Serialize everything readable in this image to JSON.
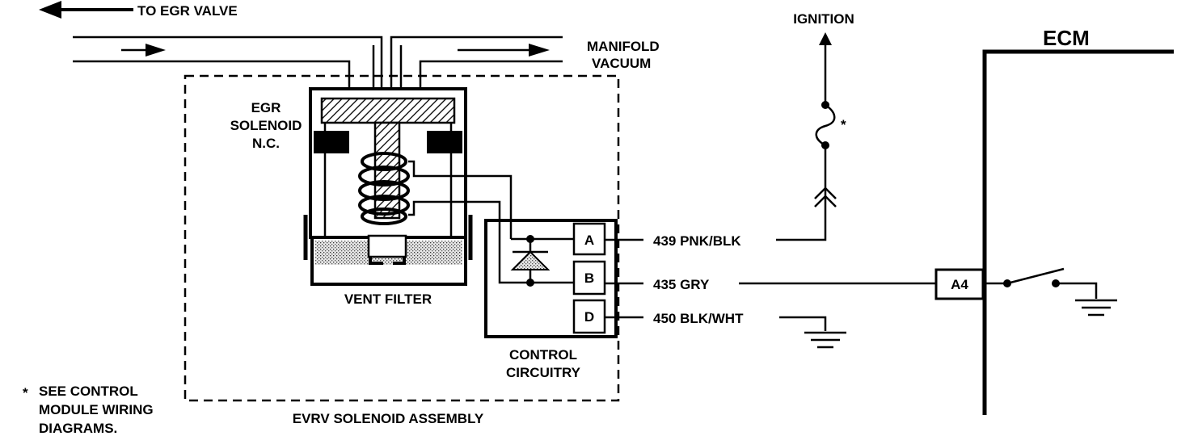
{
  "labels": {
    "to_egr_valve": "TO EGR VALVE",
    "manifold_line1": "MANIFOLD",
    "manifold_line2": "VACUUM",
    "egr_line1": "EGR",
    "egr_line2": "SOLENOID",
    "egr_line3": "N.C.",
    "vent_filter": "VENT FILTER",
    "control_line1": "CONTROL",
    "control_line2": "CIRCUITRY",
    "assembly": "EVRV SOLENOID ASSEMBLY",
    "ignition": "IGNITION",
    "fuse_star": "*",
    "ecm": "ECM",
    "ecm_pin": "A4",
    "pin_a": "A",
    "pin_b": "B",
    "pin_d": "D",
    "wire_439": "439 PNK/BLK",
    "wire_435": "435 GRY",
    "wire_450": "450 BLK/WHT",
    "note_star": "*",
    "note_line1": "SEE CONTROL",
    "note_line2": "MODULE WIRING",
    "note_line3": "DIAGRAMS."
  }
}
